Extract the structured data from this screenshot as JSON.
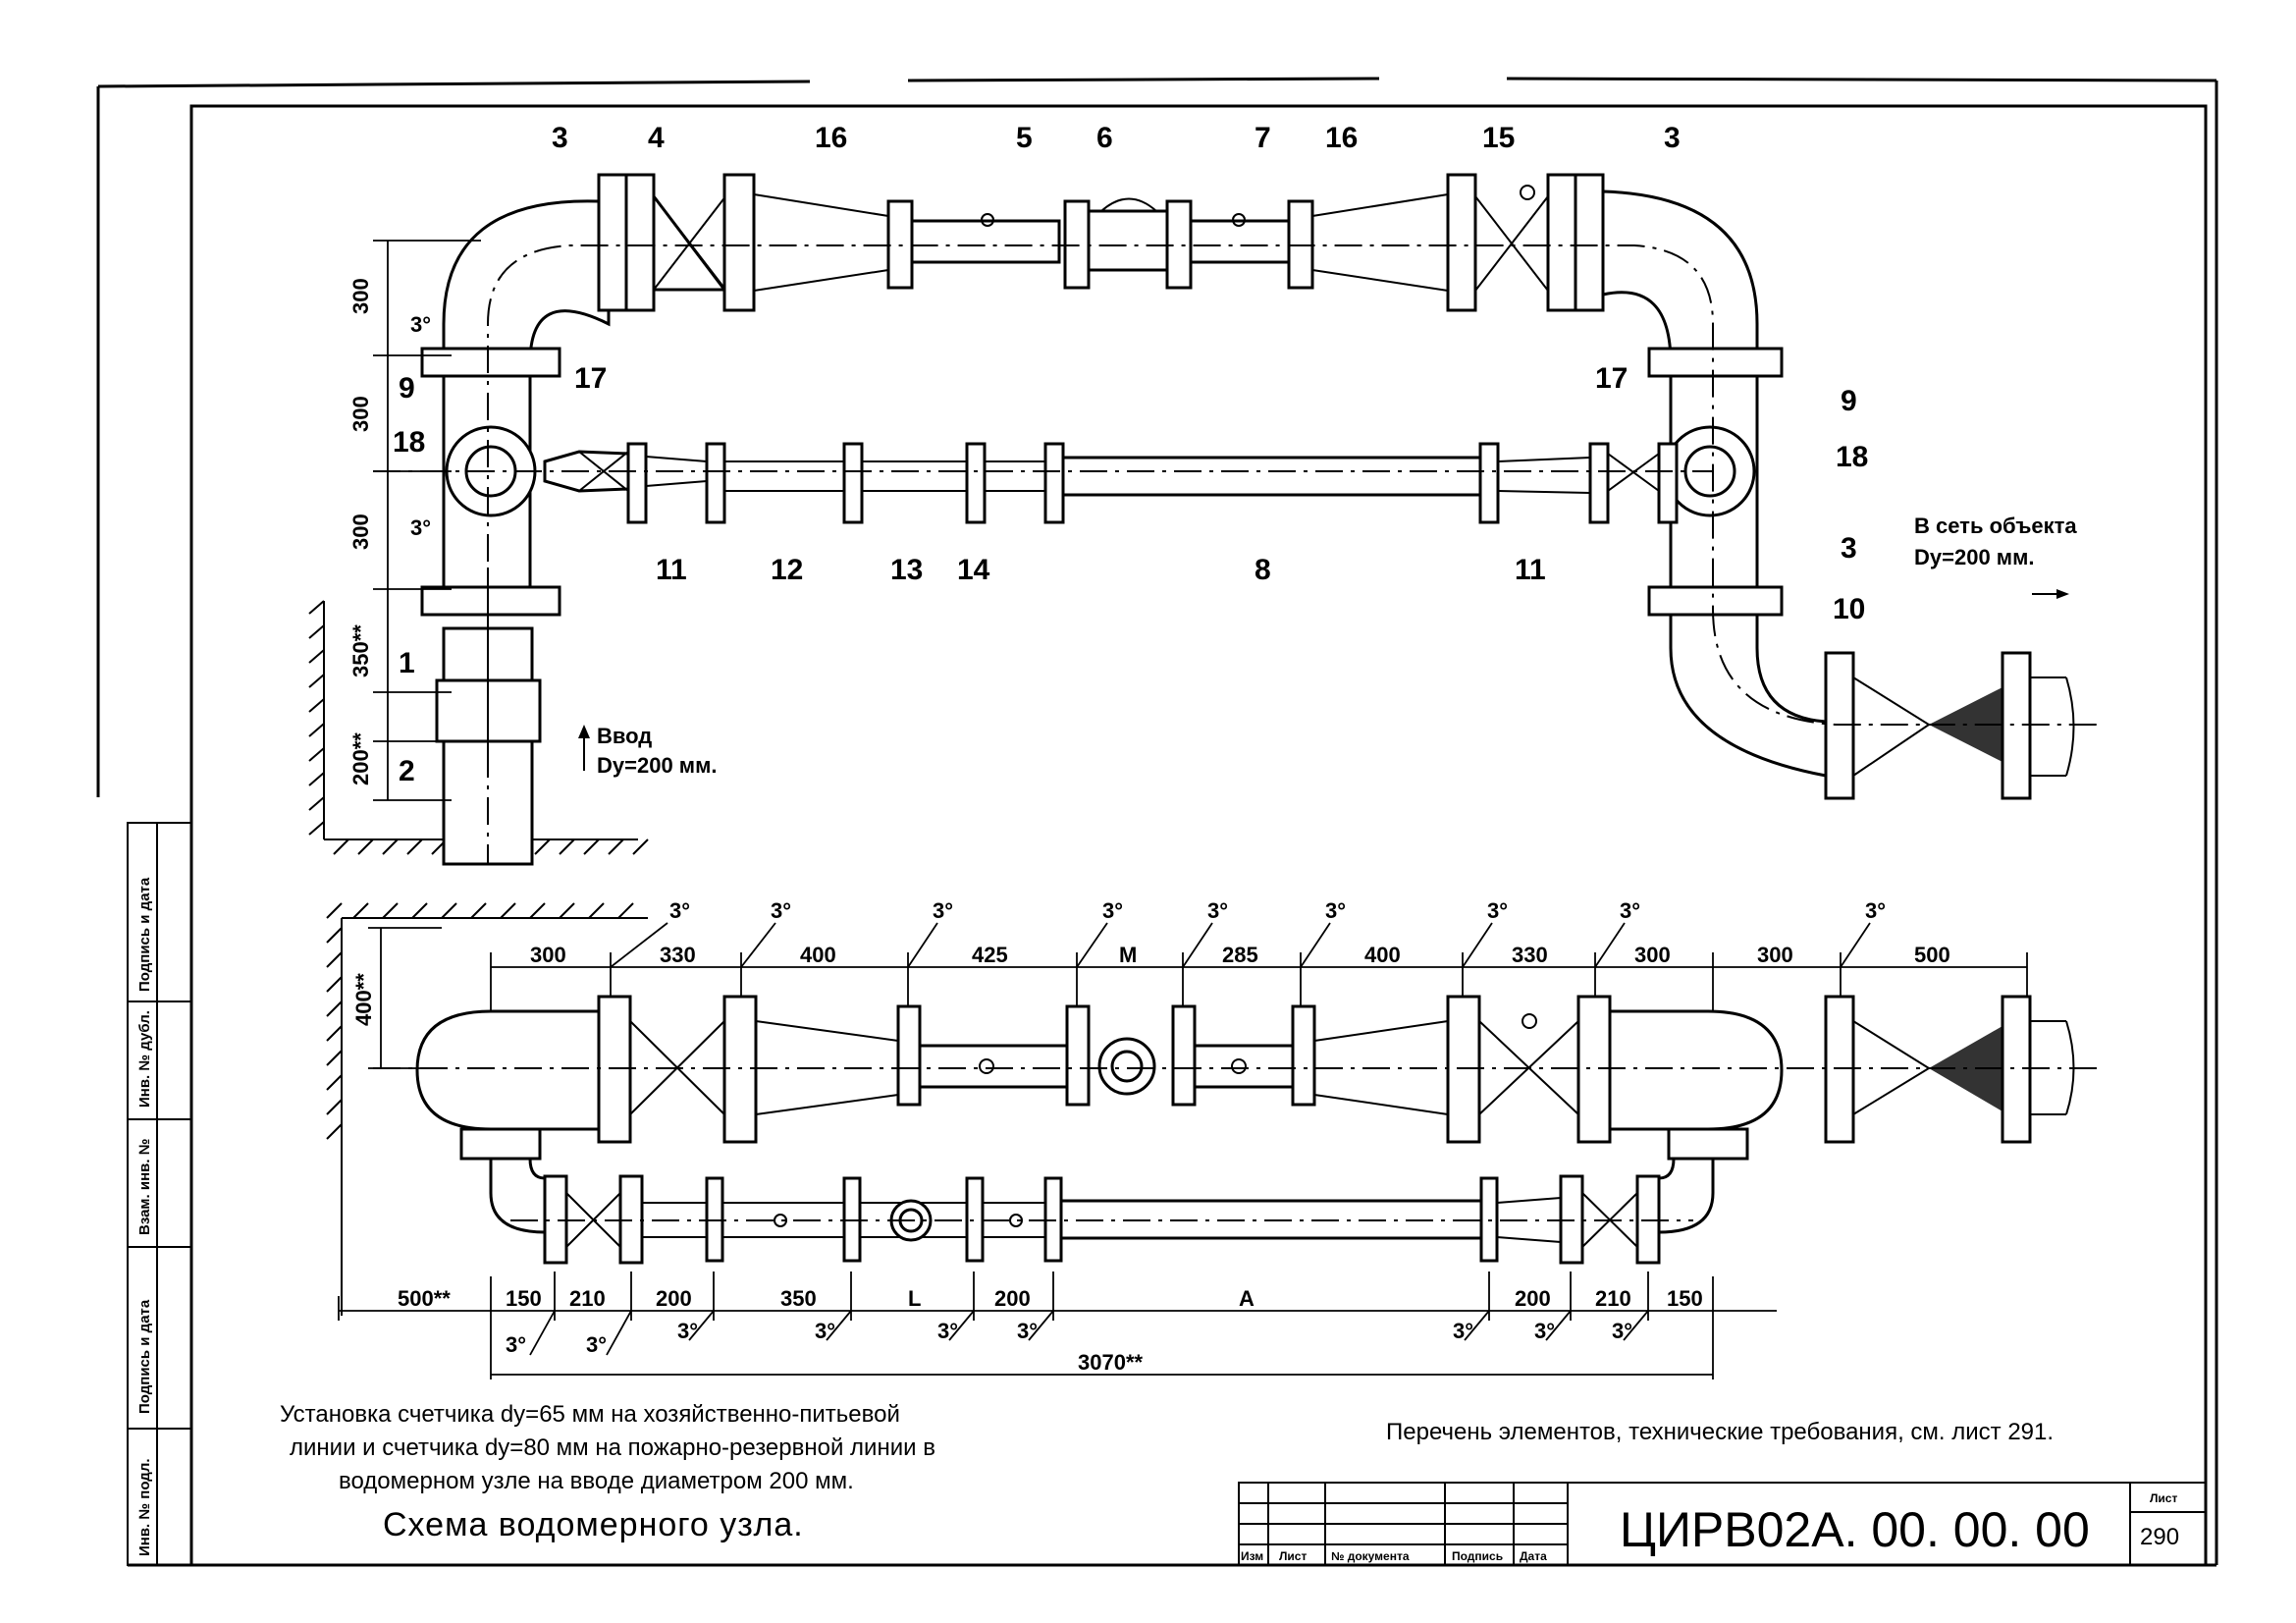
{
  "drawing": {
    "title": "Схема водомерного узла.",
    "code": "ЦИРВ02А. 00. 00. 00",
    "sheet_label": "Лист",
    "sheet_number": "290",
    "note_left": "Установка счетчика dy=65 мм на хозяйственно-питьевой линии и счетчика dy=80 мм на пожарно-резервной линии в водомерном узле на вводе диаметром 200 мм.",
    "note_left_lines": [
      "Установка счетчика dy=65 мм на хозяйственно-питьевой",
      "линии и счетчика dy=80 мм на пожарно-резервной линии в",
      "водомерном узле на вводе диаметром 200 мм."
    ],
    "note_right": "Перечень элементов, технические требования, см. лист 291.",
    "inlet_label": "Ввод",
    "inlet_size": "Dy=200 мм.",
    "outlet_label": "В сеть объекта",
    "outlet_size": "Dy=200 мм."
  },
  "side_stamp": [
    "Подпись и дата",
    "Инв. № дубл.",
    "Взам. инв. №",
    "Подпись и дата",
    "Инв. № подл."
  ],
  "title_block": {
    "columns": [
      "Изм",
      "Лист",
      "№ документа",
      "Подпись",
      "Дата"
    ]
  },
  "plan_labels": {
    "top": [
      "3",
      "4",
      "16",
      "5",
      "6",
      "7",
      "16",
      "15",
      "3"
    ],
    "middle": [
      "17",
      "18",
      "11",
      "12",
      "13",
      "14",
      "8",
      "11",
      "17",
      "18"
    ],
    "left": [
      "9",
      "1",
      "2"
    ],
    "right": [
      "9",
      "3",
      "10"
    ]
  },
  "plan_dims": {
    "vertical": [
      "300",
      "300",
      "300",
      "350**",
      "200**"
    ],
    "slope": "3°",
    "upper_height": "400**"
  },
  "upper_chain": [
    "300",
    "330",
    "400",
    "425",
    "M",
    "285",
    "400",
    "330",
    "300",
    "300",
    "500"
  ],
  "lower_chain": [
    "500**",
    "150",
    "210",
    "200",
    "350",
    "L",
    "200",
    "A",
    "200",
    "210",
    "150"
  ],
  "total": "3070**"
}
